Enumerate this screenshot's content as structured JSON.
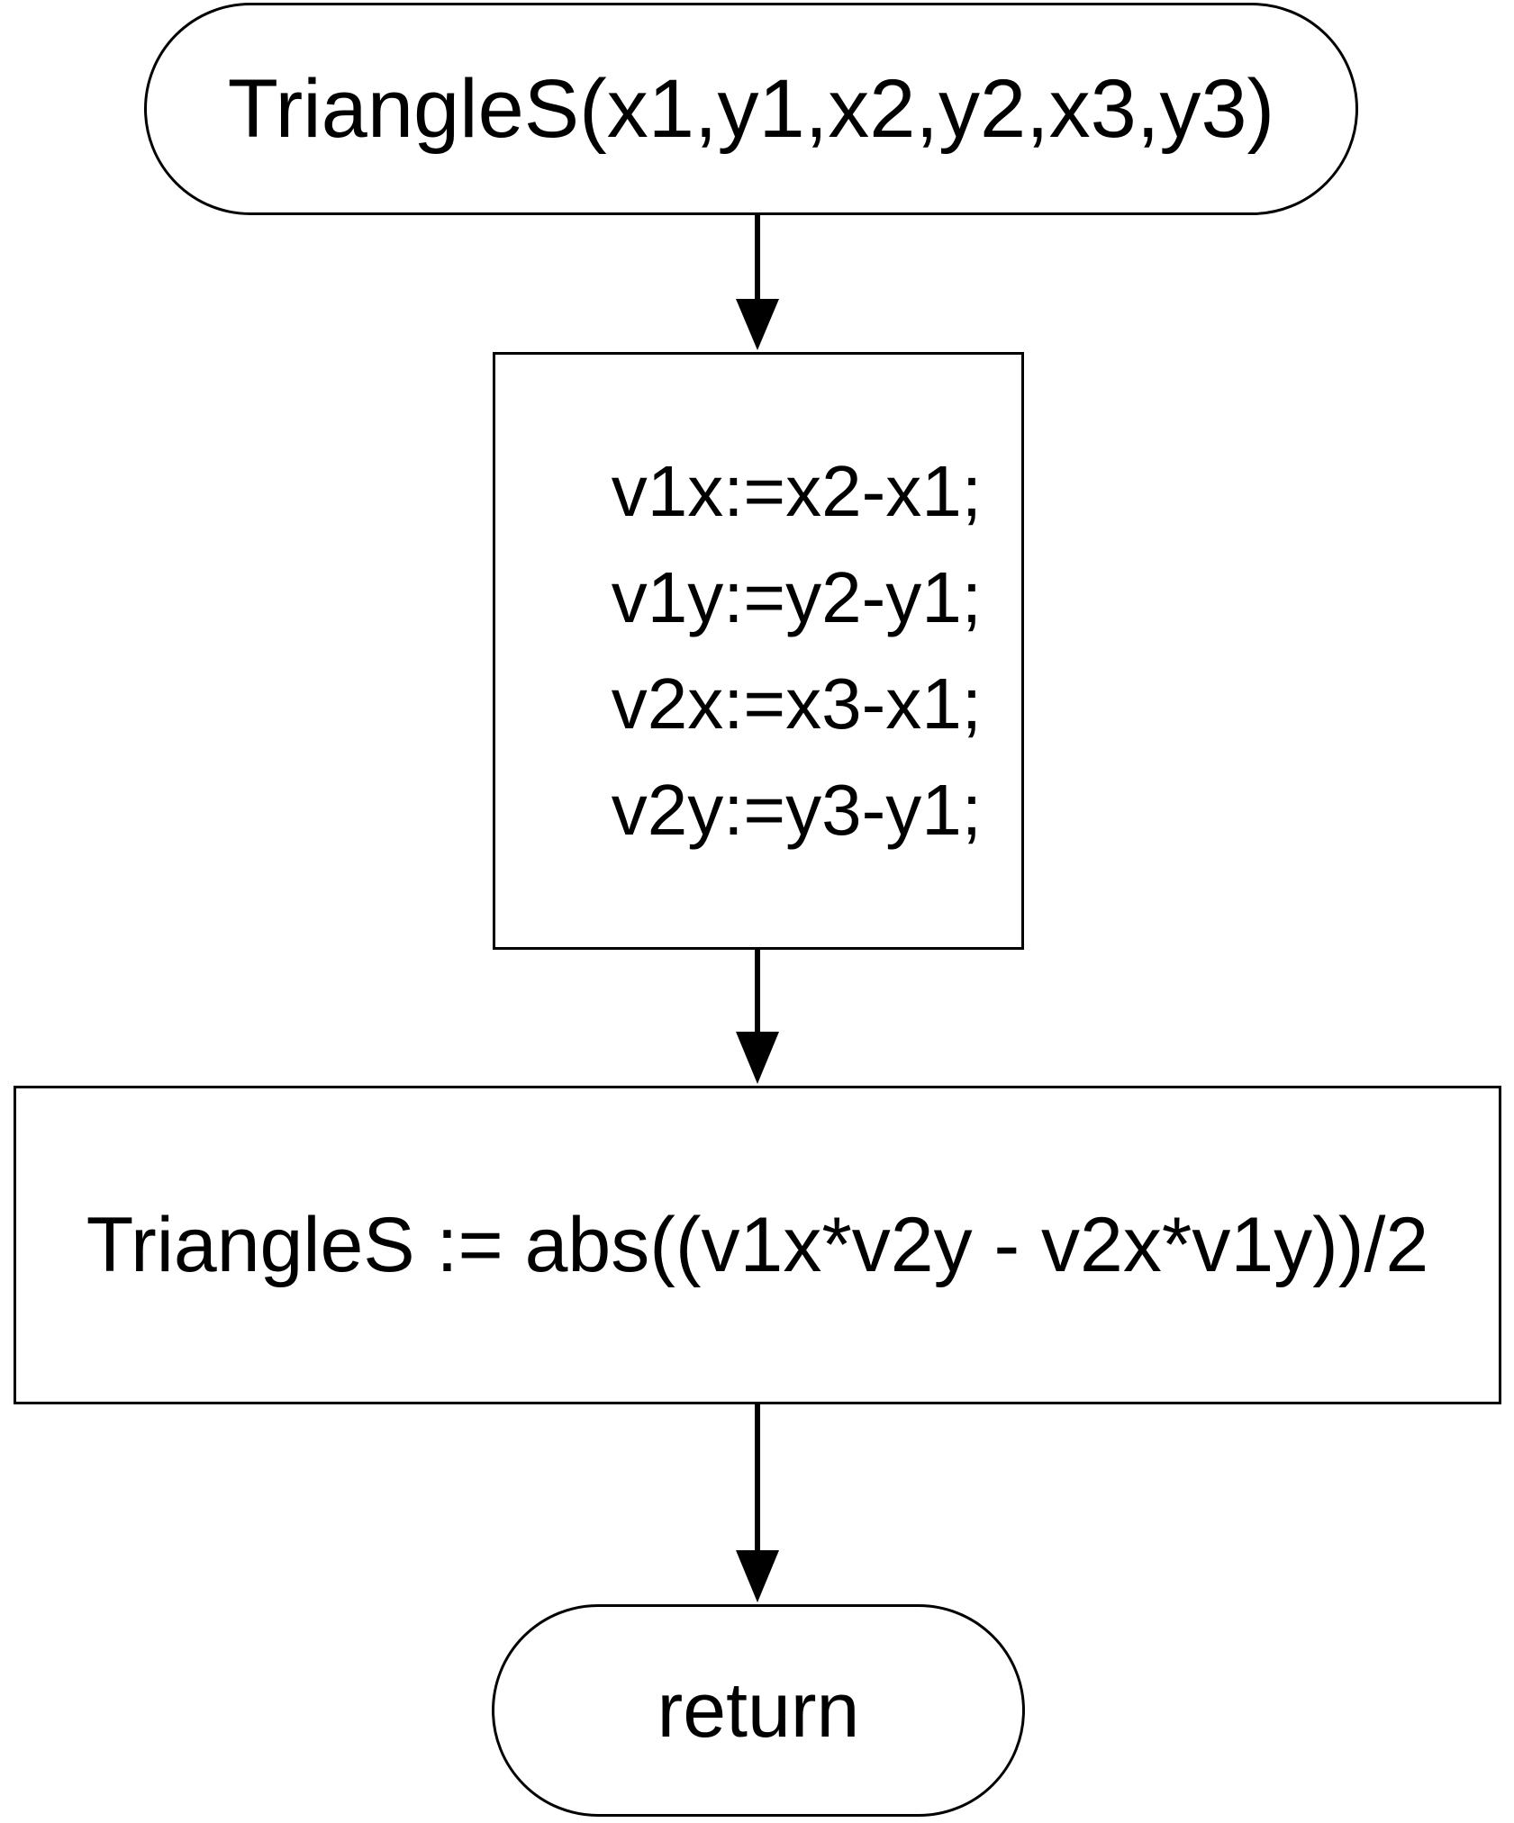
{
  "flowchart": {
    "start": {
      "label": "TriangleS(x1,y1,x2,y2,x3,y3)"
    },
    "process_1": {
      "lines": [
        "v1x:=x2-x1;",
        "v1y:=y2-y1;",
        "v2x:=x3-x1;",
        "v2y:=y3-y1;"
      ]
    },
    "process_2": {
      "label": "TriangleS := abs((v1x*v2y - v2x*v1y))/2"
    },
    "end": {
      "label": "return"
    }
  }
}
